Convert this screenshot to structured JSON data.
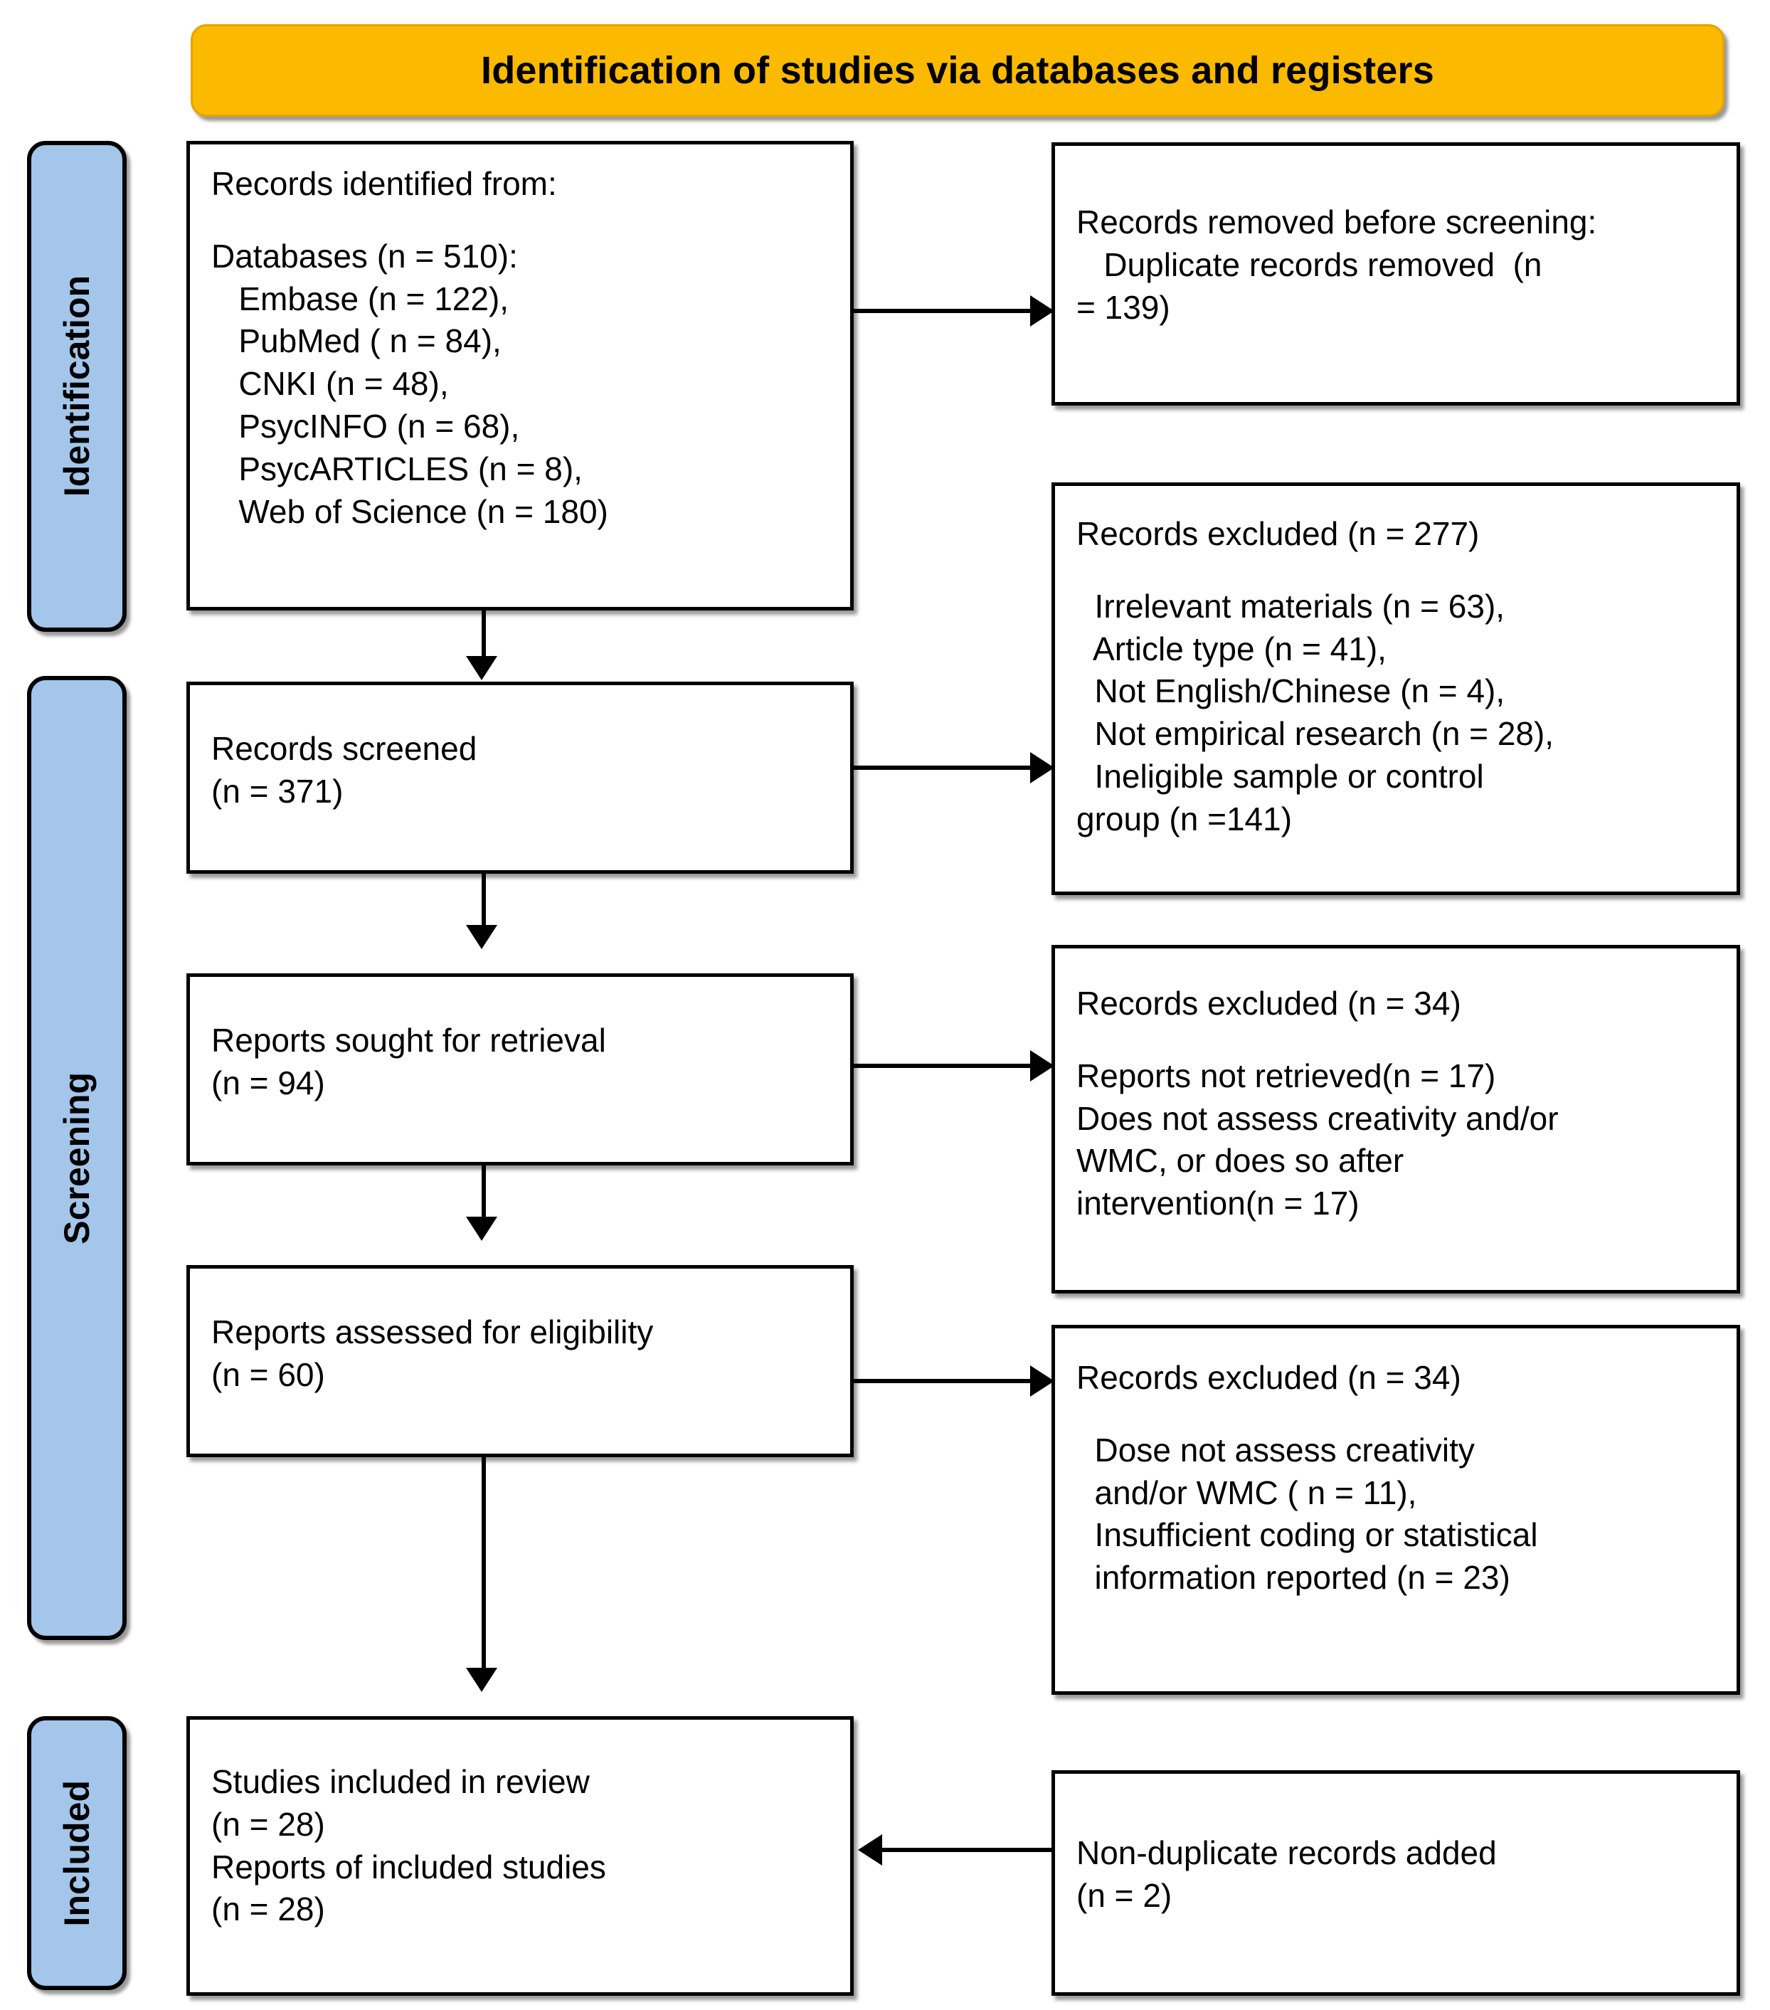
{
  "banner": {
    "title": "Identification of studies via databases and registers"
  },
  "stages": [
    {
      "label": "Identification"
    },
    {
      "label": "Screening"
    },
    {
      "label": "Included"
    }
  ],
  "boxes": {
    "records_identified": {
      "heading": "Records identified from:",
      "lines": [
        "Databases (n = 510):",
        "   Embase (n = 122),",
        "   PubMed ( n = 84),",
        "   CNKI (n = 48),",
        "   PsycINFO (n = 68),",
        "   PsycARTICLES (n = 8),",
        "   Web of Science (n = 180)"
      ]
    },
    "records_removed": {
      "heading_plain": "Records removed ",
      "heading_italic": "before screening",
      "heading_tail": ":",
      "lines": [
        "   Duplicate records removed  (n",
        "= 139)"
      ]
    },
    "records_screened": {
      "lines": [
        "Records screened",
        "(n = 371)"
      ]
    },
    "records_excluded_277": {
      "heading": "Records excluded (n = 277)",
      "lines": [
        "  Irrelevant materials (n = 63),",
        "  Article type (n = 41),",
        "  Not English/Chinese (n = 4),",
        "  Not empirical research (n = 28),",
        "  Ineligible sample or control",
        "group (n =141)"
      ]
    },
    "reports_sought": {
      "lines": [
        "Reports sought for retrieval",
        "(n = 94)"
      ]
    },
    "records_excluded_34a": {
      "heading": "Records excluded (n = 34)",
      "lines": [
        "Reports not retrieved(n = 17)",
        "Does not assess creativity and/or",
        "WMC, or does so after",
        "intervention(n = 17)"
      ]
    },
    "reports_assessed": {
      "lines": [
        "Reports assessed for eligibility",
        "(n = 60)"
      ]
    },
    "records_excluded_34b": {
      "heading": "Records excluded (n = 34)",
      "lines": [
        "  Dose not assess creativity",
        "  and/or WMC ( n = 11),",
        "  Insufficient coding or statistical",
        "  information reported (n = 23)"
      ]
    },
    "studies_included": {
      "lines": [
        "Studies included in review",
        "(n = 28)",
        "Reports of included studies",
        "(n = 28)"
      ]
    },
    "non_duplicate_added": {
      "lines": [
        "Non-duplicate records added",
        "(n = 2)"
      ]
    }
  },
  "colors": {
    "banner_fill": "#FBB900",
    "stage_fill": "#A3C6EA",
    "box_border": "#000000",
    "text": "#000000"
  }
}
